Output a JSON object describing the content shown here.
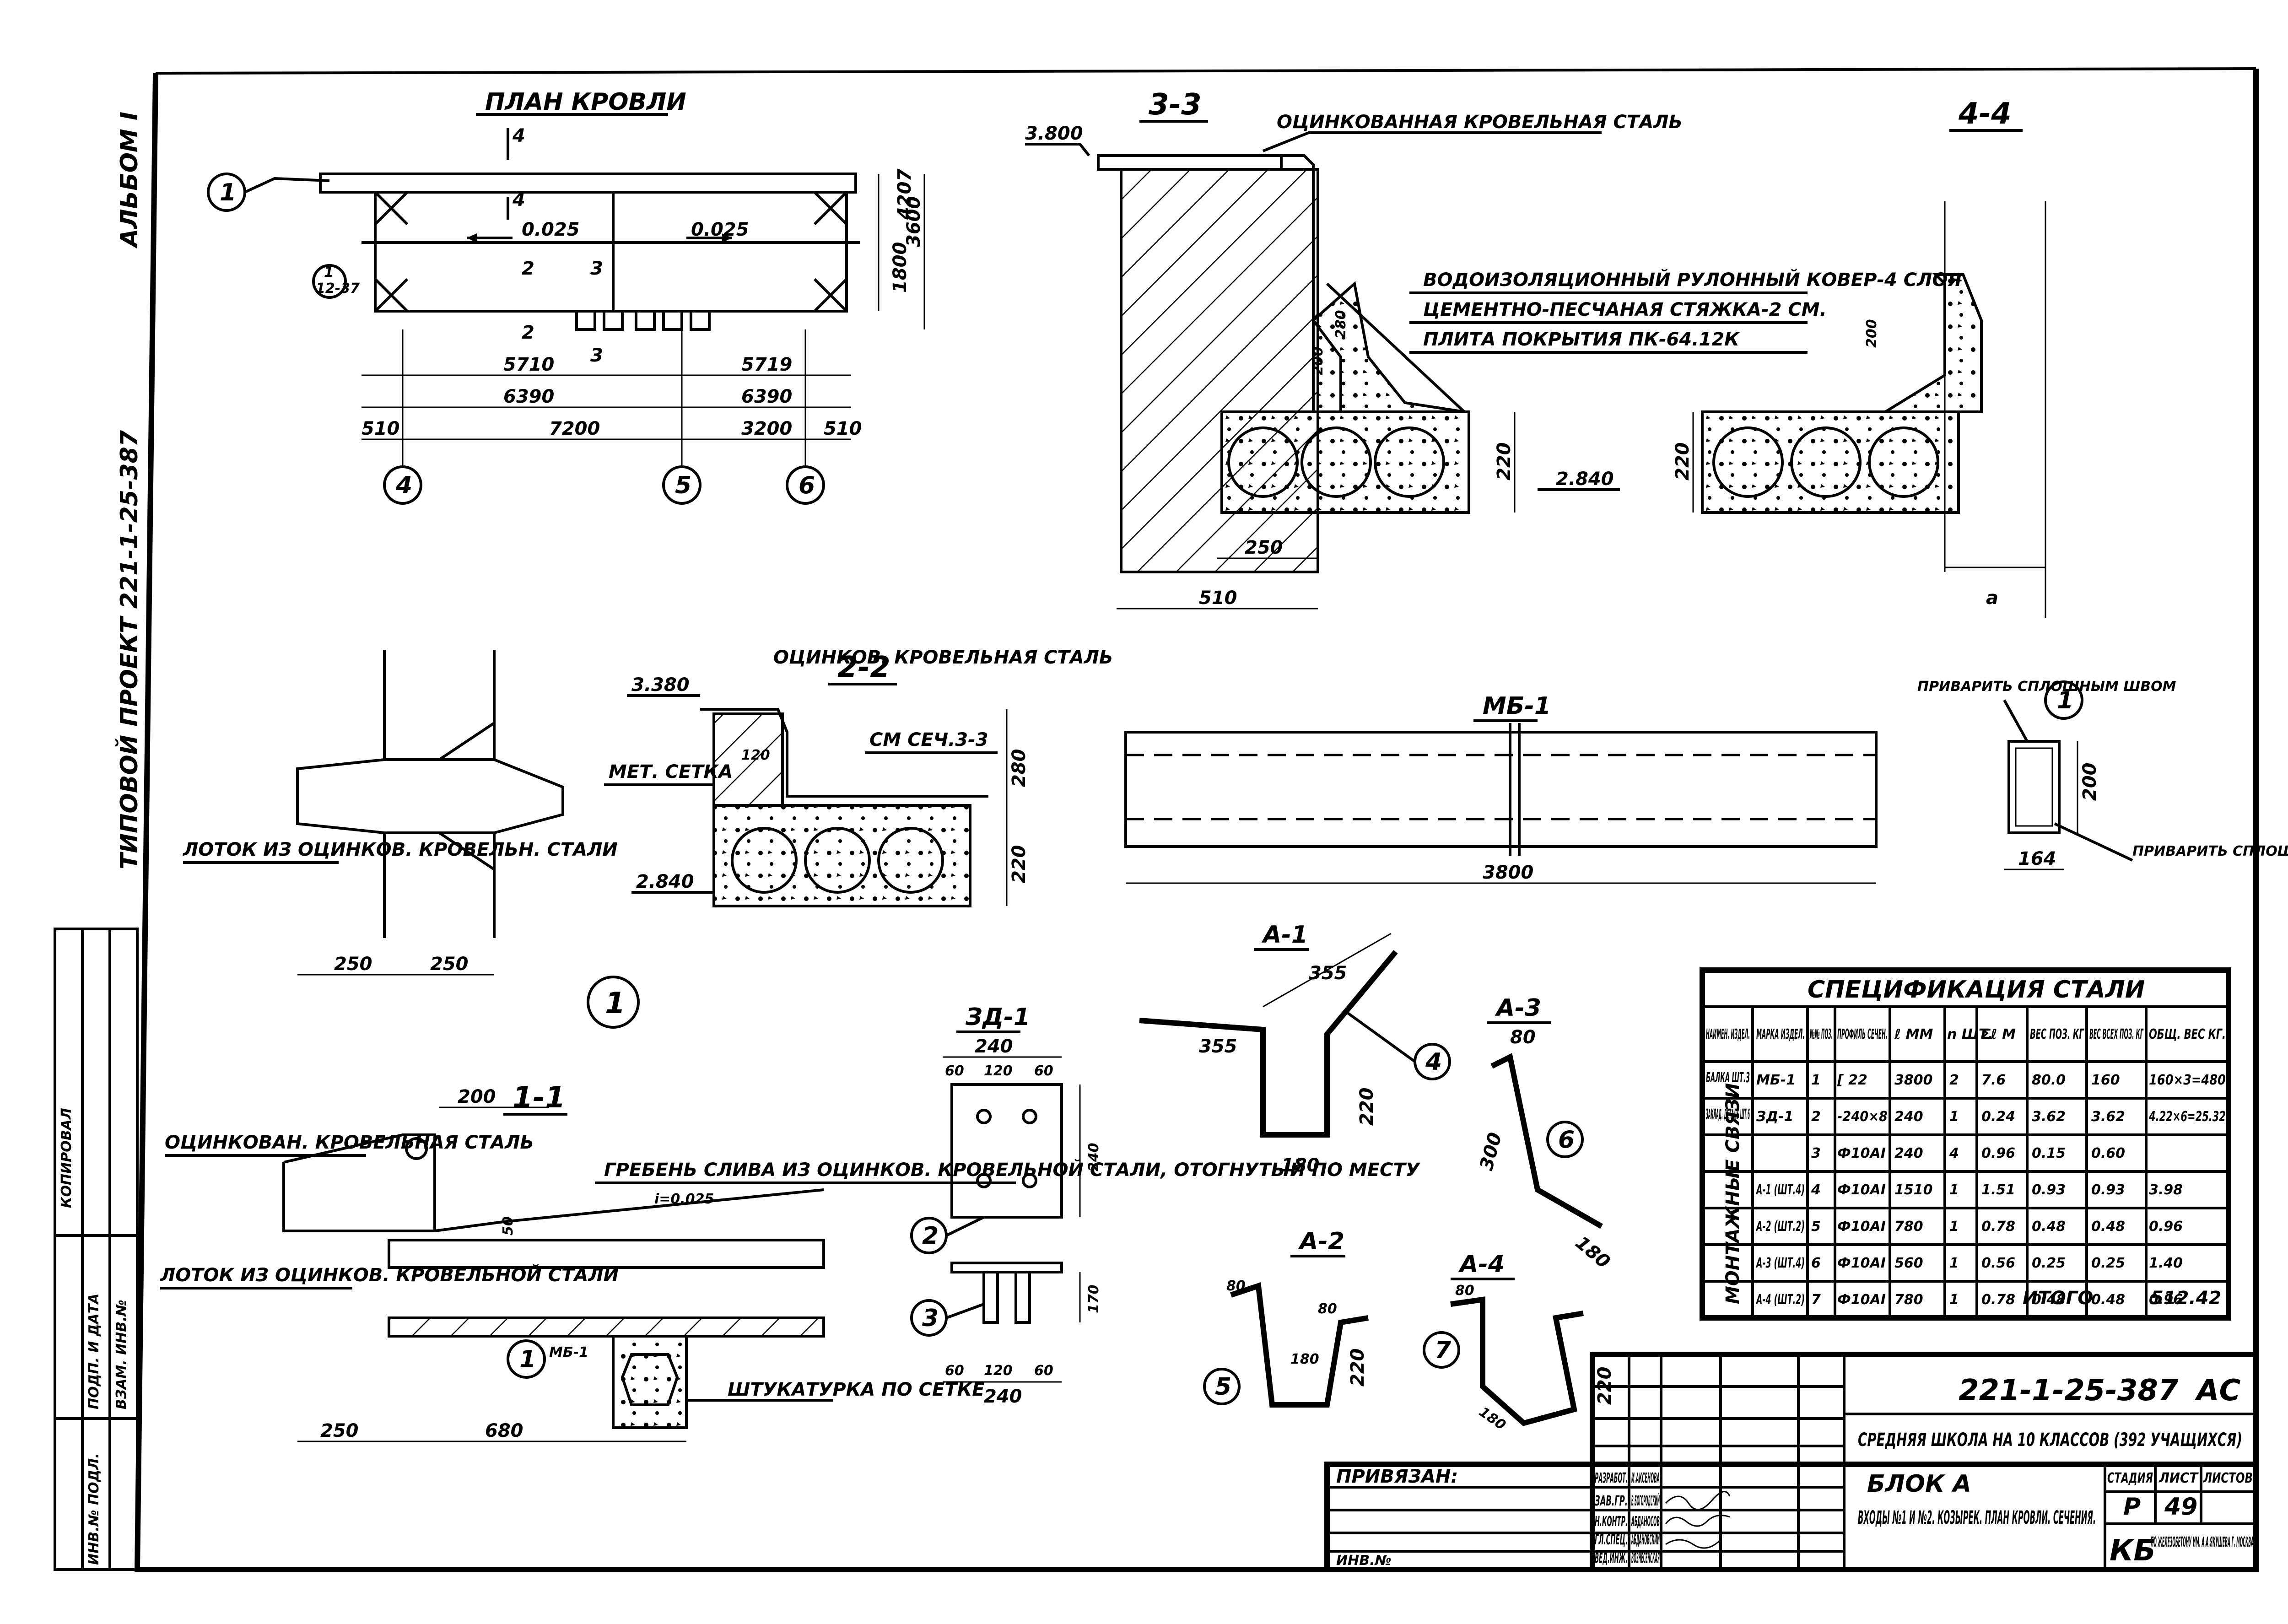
{
  "views": {
    "plan": {
      "title": "ПЛАН КРОВЛИ",
      "axis_left": "1",
      "axis_a": "4",
      "axis_b": "5",
      "axis_c": "6",
      "slope_left": "0.025",
      "slope_right": "0.025",
      "dim_5710": "5710",
      "dim_5719": "5719",
      "dim_6390_l": "6390",
      "dim_6390_r": "6390",
      "dim_510_l": "510",
      "dim_7200": "7200",
      "dim_3200": "3200",
      "dim_510_r": "510",
      "dim_1800": "1800",
      "dim_4207": "4207",
      "dim_3600": "3600",
      "cut_4": "4",
      "cut_2": "2",
      "cut_3": "3",
      "node_ref": "1",
      "node_sheet": "12-37"
    },
    "s33": {
      "title": "3-3",
      "elev": "3.800",
      "note_steel": "ОЦИНКОВАННАЯ КРОВЕЛЬНАЯ СТАЛЬ",
      "note_1": "ВОДОИЗОЛЯЦИОННЫЙ РУЛОННЫЙ КОВЕР-4 СЛОЯ",
      "note_2": "ЦЕМЕНТНО-ПЕСЧАНАЯ СТЯЖКА-2 СМ.",
      "note_3": "ПЛИТА ПОКРЫТИЯ ПК-64.12К",
      "dim_220": "220",
      "dim_250": "250",
      "dim_510": "510",
      "dim_280": "280",
      "dim_200": "200",
      "elev2": "2.840"
    },
    "s44": {
      "title": "4-4",
      "dim_200": "200",
      "dim_a": "a",
      "dim_220": "220"
    },
    "s22": {
      "title": "2-2",
      "elev_top": "3.380",
      "note_steel": "ОЦИНКОВ. КРОВЕЛЬНАЯ СТАЛЬ",
      "see": "СМ СЕЧ.3-3",
      "mesh": "МЕТ. СЕТКА",
      "dim_120": "120",
      "dim_280": "280",
      "dim_220": "220",
      "elev_bot": "2.840"
    },
    "gutter": {
      "note": "ЛОТОК ИЗ ОЦИНКОВ. КРОВЕЛЬН. СТАЛИ",
      "dim_250_a": "250",
      "dim_250_b": "250",
      "mark": "1"
    },
    "node1": {
      "label": "1"
    },
    "mb1": {
      "title": "МБ-1",
      "length": "3800"
    },
    "beam_section": {
      "weld_top": "ПРИВАРИТЬ СПЛОШНЫМ ШВОМ",
      "weld_bot": "ПРИВАРИТЬ СПЛОШНЫМ ШВОМ",
      "dim_200": "200",
      "dim_164": "164",
      "pos": "1"
    },
    "s11": {
      "title": "1-1",
      "note_steel": "ОЦИНКОВАН. КРОВЕЛЬНАЯ СТАЛЬ",
      "note_ridge": "ГРЕБЕНЬ СЛИВА ИЗ ОЦИНКОВ. КРОВЕЛЬНОЙ СТАЛИ, ОТОГНУТЫЙ ПО МЕСТУ",
      "slope": "i=0.025",
      "note_gutter": "ЛОТОК ИЗ ОЦИНКОВ. КРОВЕЛЬНОЙ СТАЛИ",
      "note_plaster": "ШТУКАТУРКА ПО СЕТКЕ",
      "beam": "МБ-1",
      "pos": "1",
      "dim_200": "200",
      "dim_250": "250",
      "dim_680": "680",
      "dim_50": "50"
    },
    "zd1": {
      "title": "ЗД-1",
      "dim_240_t": "240",
      "dim_60a": "60",
      "dim_120": "120",
      "dim_60b": "60",
      "dim_240_b": "240",
      "dim_60c": "60",
      "dim_120b": "120",
      "dim_60d": "60",
      "dim_right": "240",
      "dim_170": "170",
      "pos2": "2",
      "pos3": "3"
    },
    "a1": {
      "title": "А-1",
      "dim_355a": "355",
      "dim_355b": "355",
      "dim_220": "220",
      "dim_180": "180",
      "pos": "4"
    },
    "a2": {
      "title": "А-2",
      "dim_80a": "80",
      "dim_80b": "80",
      "dim_180": "180",
      "dim_220": "220",
      "pos": "5"
    },
    "a3": {
      "title": "А-3",
      "dim_80": "80",
      "dim_300": "300",
      "dim_180": "180",
      "pos": "6"
    },
    "a4": {
      "title": "А-4",
      "dim_80": "80",
      "dim_220": "220",
      "dim_180": "180",
      "pos": "7"
    },
    "spec": {
      "title": "СПЕЦИФИКАЦИЯ СТАЛИ",
      "headers": [
        "НАИМЕН. ИЗДЕЛ.",
        "МАРКА ИЗДЕЛ.",
        "№№ ПОЗ.",
        "ПРОФИЛЬ СЕЧЕН.",
        "ℓ ММ",
        "n ШТ.",
        "Σℓ М",
        "ВЕС ПОЗ. КГ",
        "ВЕС ВСЕХ ПОЗ. КГ",
        "ОБЩ. ВЕС КГ."
      ],
      "groups": {
        "beam": "БАЛКА ШТ.3",
        "embed": "ЗАКЛАД. ДЕТАЛЬ ШТ.6",
        "mount": "МОНТАЖНЫЕ СВЯЗИ"
      },
      "rows": [
        [
          "",
          "МБ-1",
          "1",
          "[ 22",
          "3800",
          "2",
          "7.6",
          "80.0",
          "160",
          "160×3=480"
        ],
        [
          "",
          "ЗД-1",
          "2",
          "-240×8",
          "240",
          "1",
          "0.24",
          "3.62",
          "3.62",
          "4.22×6=25.32"
        ],
        [
          "",
          "",
          "3",
          "Ф10АI",
          "240",
          "4",
          "0.96",
          "0.15",
          "0.60",
          ""
        ],
        [
          "",
          "А-1 (ШТ.4)",
          "4",
          "Ф10АI",
          "1510",
          "1",
          "1.51",
          "0.93",
          "0.93",
          "3.98"
        ],
        [
          "",
          "А-2 (ШТ.2)",
          "5",
          "Ф10АI",
          "780",
          "1",
          "0.78",
          "0.48",
          "0.48",
          "0.96"
        ],
        [
          "",
          "А-3 (ШТ.4)",
          "6",
          "Ф10АI",
          "560",
          "1",
          "0.56",
          "0.25",
          "0.25",
          "1.40"
        ],
        [
          "",
          "А-4 (ШТ.2)",
          "7",
          "Ф10АI",
          "780",
          "1",
          "0.78",
          "0.48",
          "0.48",
          "0.96"
        ]
      ],
      "total_label": "ИТОГО",
      "total_value": "512.42"
    },
    "side": {
      "project": "ТИПОВОЙ ПРОЕКТ 221-1-25-387",
      "album": "АЛЬБОМ I",
      "copy": "КОПИРОВАЛ",
      "cols": [
        "ИНВ.№ ПОДЛ.",
        "ПОДП. И ДАТА",
        "ВЗАМ. ИНВ.№"
      ]
    }
  },
  "title_block": {
    "code": "221-1-25-387",
    "mark": "АС",
    "name": "СРЕДНЯЯ ШКОЛА НА 10 КЛАССОВ (392 УЧАЩИХСЯ)",
    "bound": "ПРИВЯЗАН:",
    "inv": "ИНВ.№",
    "roles": [
      "ЗАВ.ГР.",
      "Н.КОНТР.",
      "ГЛ.СПЕЦ.",
      "ВЕД.ИНЖ.",
      "РАЗРАБОТ."
    ],
    "names": [
      "В.БОГОРОДСКИЙ",
      "АБДАНОСОВ",
      "АБДАНОВСКИЙ",
      "ВОЗНЕСЕНСКАЯ",
      "И.АКСЕНОВА"
    ],
    "block": "БЛОК А",
    "sheet_title": "ВХОДЫ №1 И №2. КОЗЫРЕК. ПЛАН КРОВЛИ. СЕЧЕНИЯ.",
    "stage_h": "СТАДИЯ",
    "sheet_h": "ЛИСТ",
    "sheets_h": "ЛИСТОВ",
    "stage": "Р",
    "sheet": "49",
    "org_logo": "КБ",
    "org": "ПО ЖЕЛЕЗОБЕТОНУ ИМ. А.А.ЯКУШЕВА Г. МОСКВА"
  }
}
